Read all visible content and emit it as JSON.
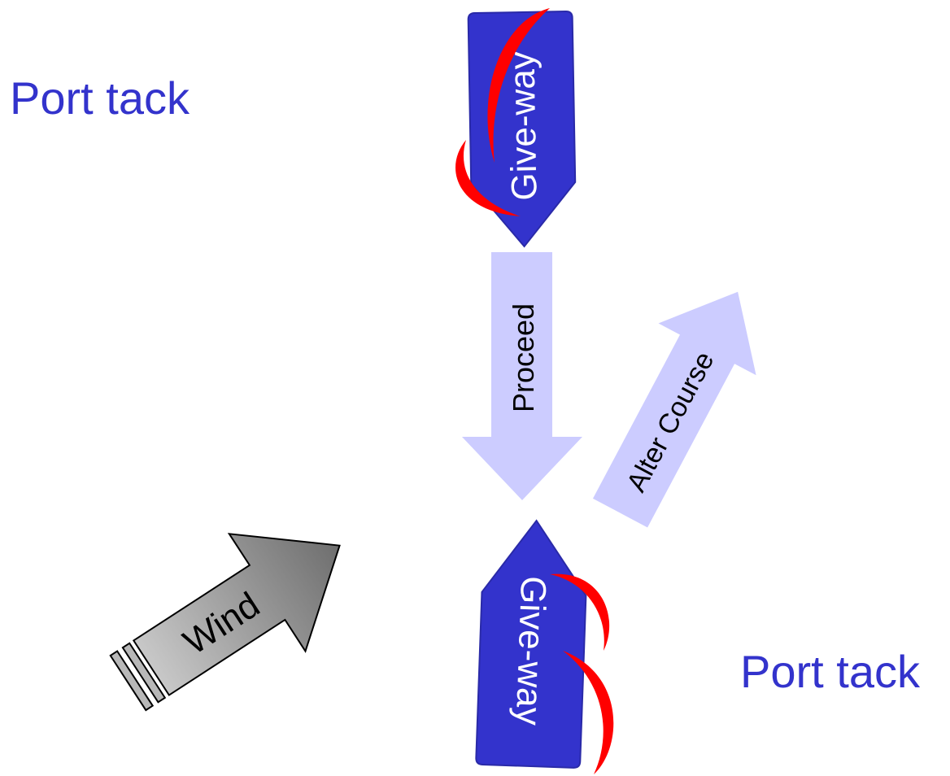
{
  "labels": {
    "port_tack_top": "Port tack",
    "port_tack_bottom": "Port tack",
    "boat_top": "Give-way",
    "boat_bottom": "Give-way",
    "proceed": "Proceed",
    "alter_course": "Alter Course",
    "wind": "Wind"
  },
  "colors": {
    "label_blue": "#3333cc",
    "boat_hull": "#3333cc",
    "sail": "#ff0000",
    "course_arrow": "#ccccff",
    "wind_dark": "#707070",
    "wind_light": "#c8c8c8"
  }
}
